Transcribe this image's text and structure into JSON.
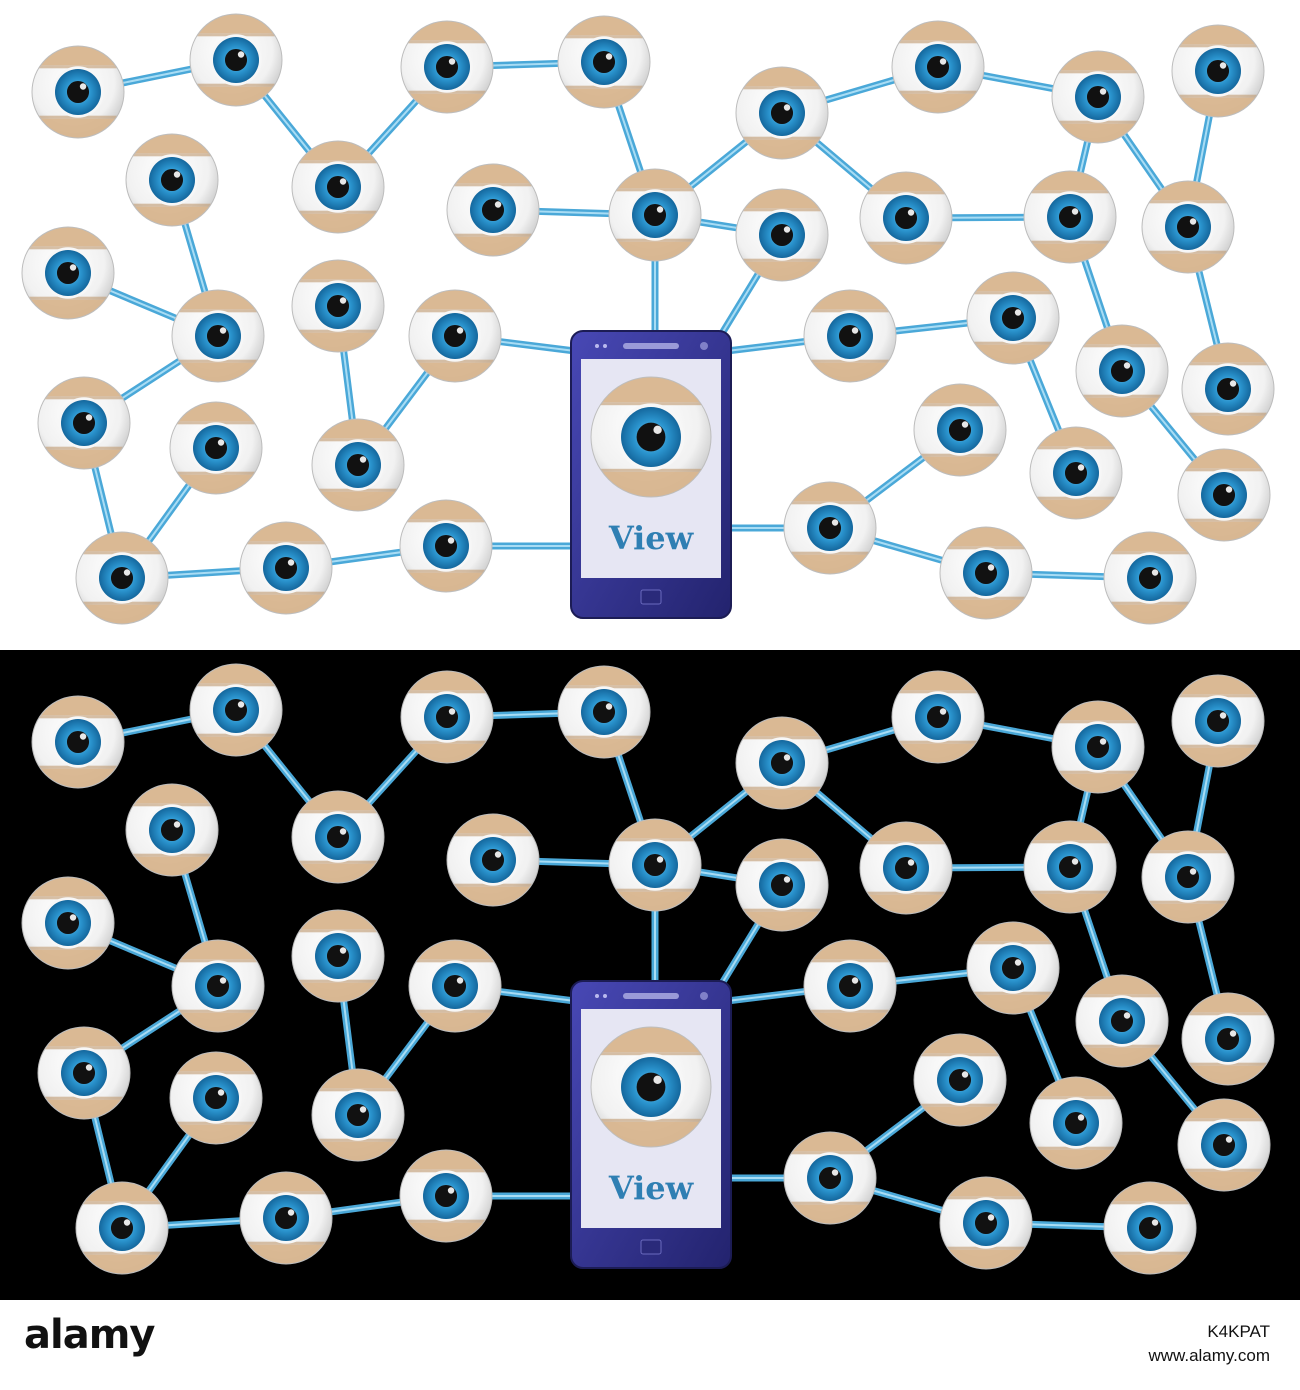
{
  "phone_label": "View",
  "footer": {
    "logo": "alamy",
    "image_id": "K4KPAT",
    "url": "www.alamy.com"
  },
  "colors": {
    "link": "#4aa8d8",
    "iris": "#1f86c2",
    "pupil": "#111111",
    "lid": "#d8b58e",
    "phone_body": "#3a3a9e",
    "phone_screen": "#e6e6f3",
    "top_panel": "#ffffff",
    "bottom_panel": "#000000"
  },
  "panels": [
    {
      "name": "light",
      "background": "#ffffff"
    },
    {
      "name": "dark",
      "background": "#000000"
    }
  ]
}
